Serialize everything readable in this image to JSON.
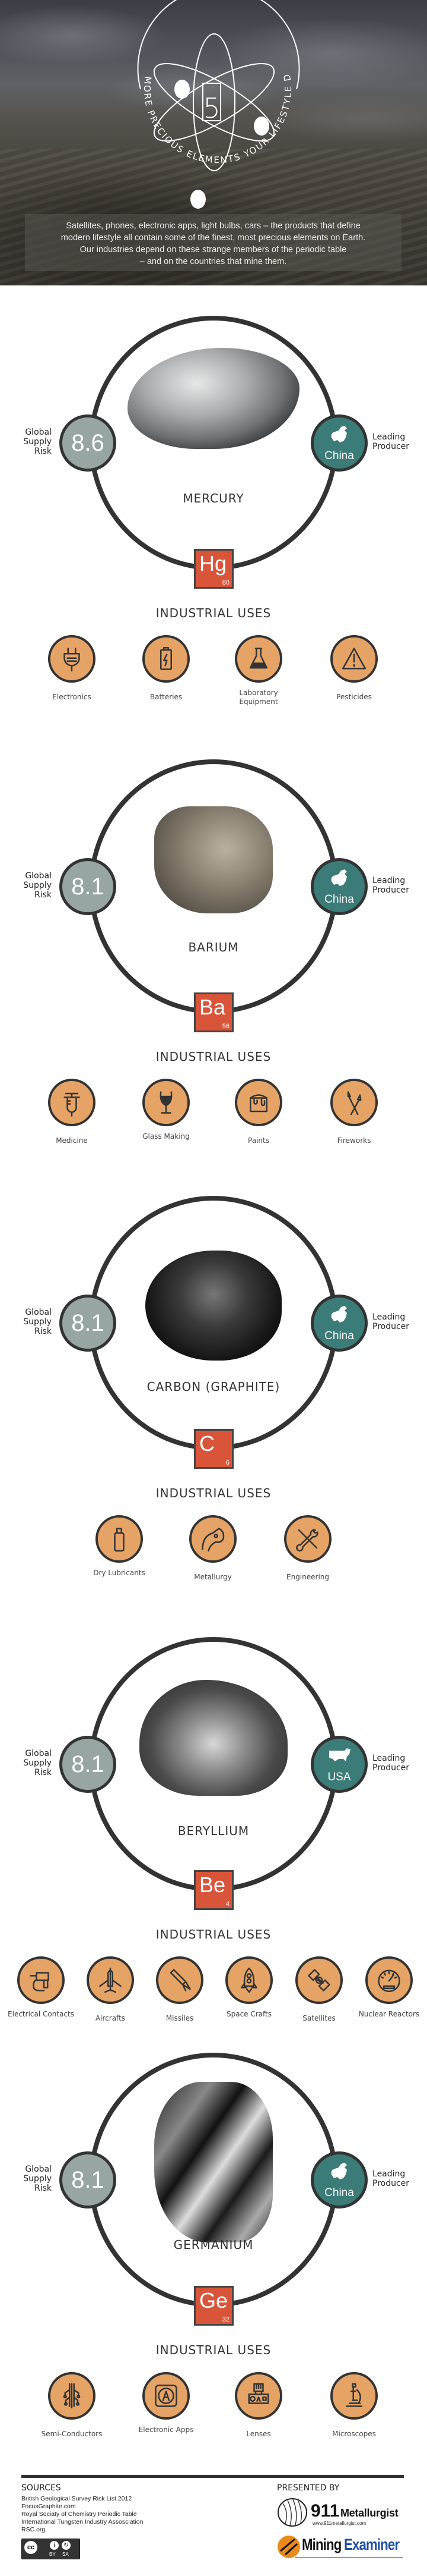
{
  "header": {
    "number": "5",
    "arc_text": "MORE PRECIOUS ELEMENTS YOUR LIFESTYLE DEPEND ON",
    "intro_lines": [
      "Satellites, phones, electronic apps, light bulbs, cars – the products that define",
      "modern lifestyle all contain some of the finest, most precious elements on Earth.",
      "Our industries depend on these strange members of the periodic table",
      "– and on the countries that mine them."
    ]
  },
  "labels": {
    "supply_risk": "Global Supply Risk",
    "supply_risk_lines": [
      "Global",
      "Supply",
      "Risk"
    ],
    "leading_producer_lines": [
      "Leading",
      "Producer"
    ],
    "industrial_uses": "INDUSTRIAL USES"
  },
  "colors": {
    "ring": "#333333",
    "risk_circle": "#97a6a2",
    "producer_circle": "#3b7b78",
    "element_tile": "#d9553a",
    "use_icon": "#e5a466"
  },
  "elements": [
    {
      "name": "MERCURY",
      "symbol": "Hg",
      "atomic_number": "80",
      "supply_risk": "8.6",
      "producer": "China",
      "map": "china-map",
      "uses": [
        {
          "label": "Electronics",
          "icon": "plug-icon"
        },
        {
          "label": "Batteries",
          "icon": "battery-icon"
        },
        {
          "label": "Laboratory Equipment",
          "icon": "flask-icon"
        },
        {
          "label": "Pesticides",
          "icon": "warning-icon"
        }
      ]
    },
    {
      "name": "BARIUM",
      "symbol": "Ba",
      "atomic_number": "56",
      "supply_risk": "8.1",
      "producer": "China",
      "map": "china-map",
      "uses": [
        {
          "label": "Medicine",
          "icon": "syringe-icon"
        },
        {
          "label": "Glass Making",
          "icon": "wine-glass-icon"
        },
        {
          "label": "Paints",
          "icon": "paint-can-icon"
        },
        {
          "label": "Fireworks",
          "icon": "fireworks-icon"
        }
      ]
    },
    {
      "name": "CARBON (GRAPHITE)",
      "symbol": "C",
      "atomic_number": "6",
      "supply_risk": "8.1",
      "producer": "China",
      "map": "china-map",
      "uses": [
        {
          "label": "Dry Lubricants",
          "icon": "spray-can-icon"
        },
        {
          "label": "Metallurgy",
          "icon": "ladle-icon"
        },
        {
          "label": "Engineering",
          "icon": "wrench-screwdriver-icon"
        }
      ]
    },
    {
      "name": "BERYLLIUM",
      "symbol": "Be",
      "atomic_number": "4",
      "supply_risk": "8.1",
      "producer": "USA",
      "map": "usa-map",
      "uses": [
        {
          "label": "Electrical Contacts",
          "icon": "drill-icon"
        },
        {
          "label": "Aircrafts",
          "icon": "jet-icon"
        },
        {
          "label": "Missiles",
          "icon": "missile-icon"
        },
        {
          "label": "Space Crafts",
          "icon": "rocket-icon"
        },
        {
          "label": "Satellites",
          "icon": "satellite-icon"
        },
        {
          "label": "Nuclear Reactors",
          "icon": "gauge-icon"
        }
      ]
    },
    {
      "name": "GERMANIUM",
      "symbol": "Ge",
      "atomic_number": "32",
      "supply_risk": "8.1",
      "producer": "China",
      "map": "china-map",
      "uses": [
        {
          "label": "Semi-Conductors",
          "icon": "circuit-icon"
        },
        {
          "label": "Electronic Apps",
          "icon": "app-icon"
        },
        {
          "label": "Lenses",
          "icon": "camera-lens-icon"
        },
        {
          "label": "Microscopes",
          "icon": "microscope-icon"
        }
      ]
    }
  ],
  "footer": {
    "sources_title": "SOURCES",
    "sources": [
      "British Geological Survey Risk List 2012",
      "FocusGraphite.com",
      "Royal Sociaty of Chemistry Periodic Table",
      "International Tungsten Industry Assosciation",
      "RSC.org"
    ],
    "license": {
      "cc": "cc",
      "by": "BY",
      "sa": "SA"
    },
    "presented_by": "PRESENTED BY",
    "logo1_number": "911",
    "logo1_name": "Metallurgist",
    "logo1_url": "www.911metallurgist.com",
    "logo2_part1": "Mining",
    "logo2_part2": "Examiner"
  }
}
